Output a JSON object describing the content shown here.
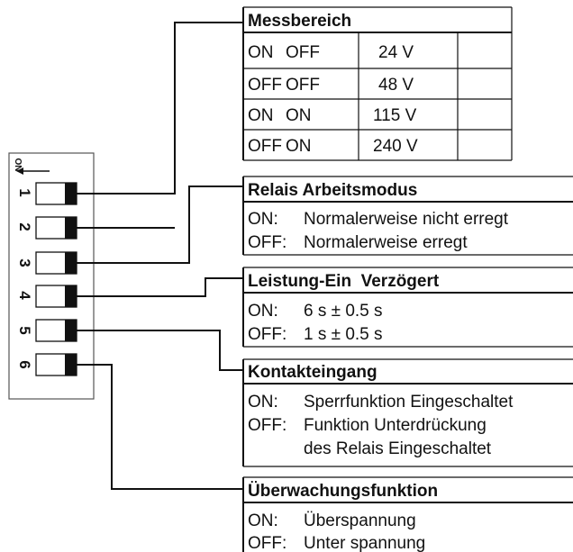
{
  "switch_block": {
    "on_label": "ON",
    "positions": [
      "1",
      "2",
      "3",
      "4",
      "5",
      "6"
    ]
  },
  "messbereich": {
    "title": "Messbereich",
    "rows": [
      {
        "sw1": "ON",
        "sw2": "OFF",
        "voltage": "24 V"
      },
      {
        "sw1": "OFF",
        "sw2": "OFF",
        "voltage": "48 V"
      },
      {
        "sw1": "ON",
        "sw2": "ON",
        "voltage": "115 V"
      },
      {
        "sw1": "OFF",
        "sw2": "ON",
        "voltage": "240 V"
      }
    ]
  },
  "relais": {
    "title": "Relais Arbeitsmodus",
    "on_label": "ON:",
    "on_text": "Normalerweise nicht erregt",
    "off_label": "OFF:",
    "off_text": "Normalerweise erregt"
  },
  "leistung": {
    "title": "Leistung-Ein  Verzögert",
    "on_label": "ON:",
    "on_text": "6 s ± 0.5 s",
    "off_label": "OFF:",
    "off_text": "1 s ± 0.5 s"
  },
  "kontakt": {
    "title": "Kontakteingang",
    "on_label": "ON:",
    "on_text": "Sperrfunktion Eingeschaltet",
    "off_label": "OFF:",
    "off_text": "Funktion Unterdrückung",
    "off_text_2": "des Relais Eingeschaltet"
  },
  "ueberwachung": {
    "title": "Überwachungsfunktion",
    "on_label": "ON:",
    "on_text": "Überspannung",
    "off_label": "OFF:",
    "off_text": "Unter spannung"
  }
}
